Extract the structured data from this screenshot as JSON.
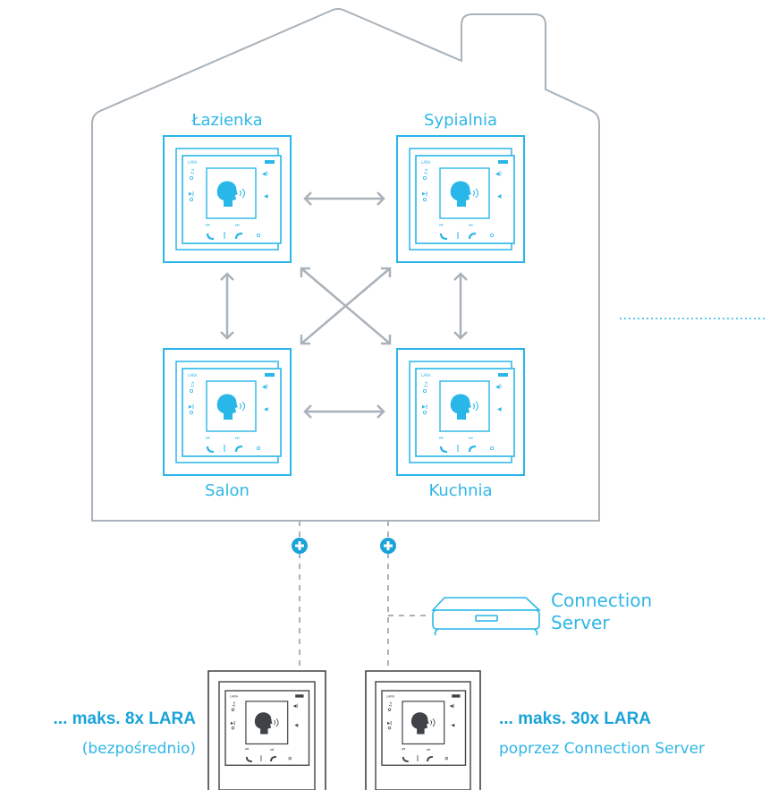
{
  "colors": {
    "accent": "#29b6e8",
    "gray": "#a9b2ba",
    "dark": "#3f4246"
  },
  "rooms": [
    {
      "name": "Łazienka"
    },
    {
      "name": "Sypialnia"
    },
    {
      "name": "Salon"
    },
    {
      "name": "Kuchnia"
    }
  ],
  "server": {
    "line1": "Connection",
    "line2": "Server"
  },
  "direct": {
    "title": "... maks. 8x LARA",
    "subtitle": "(bezpośrednio)"
  },
  "via_server": {
    "title": "... maks. 30x LARA",
    "subtitle": "poprzez Connection Server"
  },
  "device_brand": "LARA"
}
